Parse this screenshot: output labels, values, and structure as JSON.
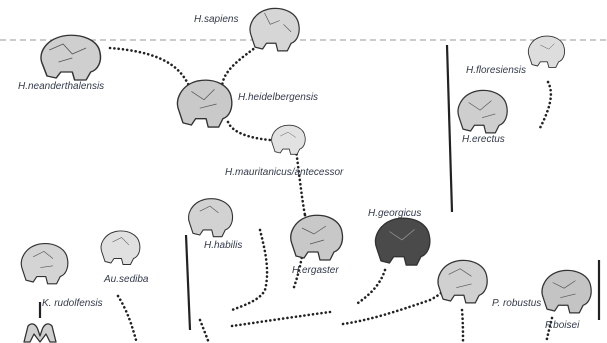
{
  "species": {
    "sapiens": "H.sapiens",
    "neanderthalensis": "H.neanderthalensis",
    "heidelbergensis": "H.heidelbergensis",
    "mauritanicus": "H.mauritanicus/antecessor",
    "floresiensis": "H.floresiensis",
    "erectus": "H.erectus",
    "habilis": "H.habilis",
    "ergaster": "H.ergaster",
    "georgicus": "H.georgicus",
    "sediba": "Au.sediba",
    "rudolfensis": "K. rudolfensis",
    "robustus": "P. robustus",
    "boisei": "P.boisei"
  }
}
